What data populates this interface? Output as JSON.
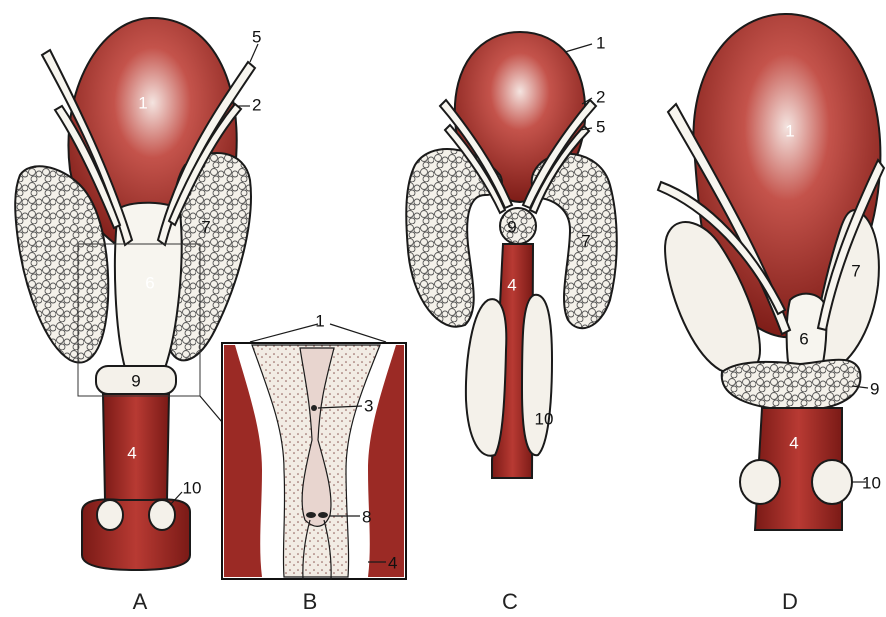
{
  "colors": {
    "muscle": "#a8302b",
    "muscle_dark": "#6e1512",
    "gland": "#f4f1ea",
    "duct": "#f7f5ef",
    "outline": "#1a1a1a"
  },
  "panels": [
    {
      "letter": "A",
      "labels": {
        "l1": "1",
        "l2": "2",
        "l4": "4",
        "l5": "5",
        "l6": "6",
        "l7": "7",
        "l9": "9",
        "l10": "10"
      }
    },
    {
      "letter": "B",
      "labels": {
        "l1": "1",
        "l3": "3",
        "l4": "4",
        "l8": "8"
      }
    },
    {
      "letter": "C",
      "labels": {
        "l1": "1",
        "l2": "2",
        "l4": "4",
        "l5": "5",
        "l7": "7",
        "l9": "9",
        "l10": "10"
      }
    },
    {
      "letter": "D",
      "labels": {
        "l1": "1",
        "l4": "4",
        "l6": "6",
        "l7": "7",
        "l9": "9",
        "l10": "10"
      }
    }
  ]
}
